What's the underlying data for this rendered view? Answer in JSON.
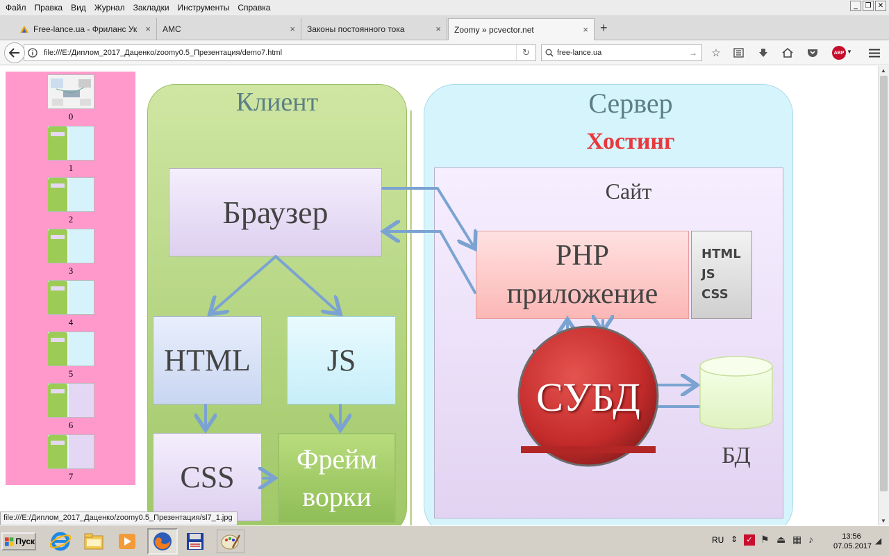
{
  "menu": [
    "Файл",
    "Правка",
    "Вид",
    "Журнал",
    "Закладки",
    "Инструменты",
    "Справка"
  ],
  "tabs": [
    {
      "title": "Free-lance.ua - Фриланс Украи",
      "close": "×"
    },
    {
      "title": "AMC",
      "close": "×"
    },
    {
      "title": "Законы постоянного тока",
      "close": "×"
    },
    {
      "title": "Zoomy » pcvector.net",
      "close": "×"
    }
  ],
  "new_tab": "+",
  "address": {
    "url": "file:///E:/Диплом_2017_Даценко/zoomy0.5_Презентация/demo7.html"
  },
  "search": {
    "value": "free-lance.ua"
  },
  "abp_label": "ABP",
  "thumbnails": [
    "0",
    "1",
    "2",
    "3",
    "4",
    "5",
    "6",
    "7"
  ],
  "slide": {
    "client_title": "Клиент",
    "server_title": "Сервер",
    "hosting": "Хостинг",
    "site": "Сайт",
    "browser": "Браузер",
    "html": "HTML",
    "js": "JS",
    "css": "CSS",
    "frameworks_line1": "Фрейм",
    "frameworks_line2": "ворки",
    "php_line1": "PHP",
    "php_line2": "приложение",
    "static_html": "HTML",
    "static_js": "JS",
    "static_css": "CSS",
    "dbms": "СУБД",
    "db": "БД"
  },
  "colors": {
    "client_panel": "#b5d57f",
    "server_panel": "#d6f4fb",
    "hosting": "#e8383d",
    "arrow": "#7ba3d1",
    "thumb_bg": "#ff99cc"
  },
  "status_url": "file:///E:/Диплом_2017_Даценко/zoomy0.5_Презентация/sl7_1.jpg",
  "taskbar": {
    "start": "Пуск",
    "lang": "RU",
    "time": "13:56",
    "date": "07.05.2017"
  }
}
